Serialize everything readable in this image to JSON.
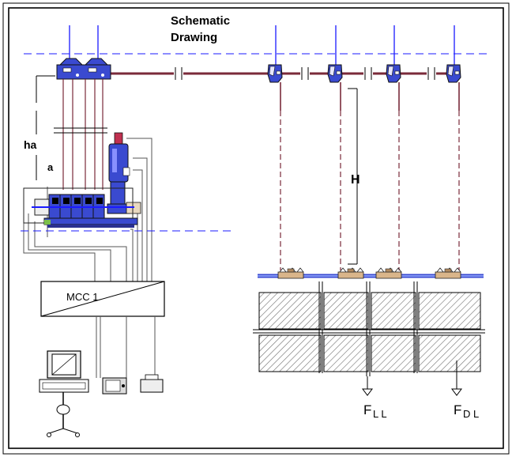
{
  "title": {
    "line1": "Schematic",
    "line2": "Drawing"
  },
  "labels": {
    "ha": "ha",
    "a": "a",
    "H": "H",
    "mcc": "MCC 1",
    "fll_main": "F",
    "fll_sub": "L L",
    "fdl_main": "F",
    "fdl_sub": "D L"
  },
  "colors": {
    "blue_line": "#1a1aff",
    "pipe": "#7a2a3a",
    "device_blue": "#3a4ad0",
    "foundation_hatch": "#6a6a6a",
    "dashed_pipe": "#7a2a3a",
    "weld_tan": "#c9a070"
  },
  "icons": {
    "top_valves": "valve-actuator-icon",
    "bottom_supports": "spring-support-icon",
    "workstation": "computer-workstation-icon",
    "ground": "ground-symbol-icon"
  }
}
